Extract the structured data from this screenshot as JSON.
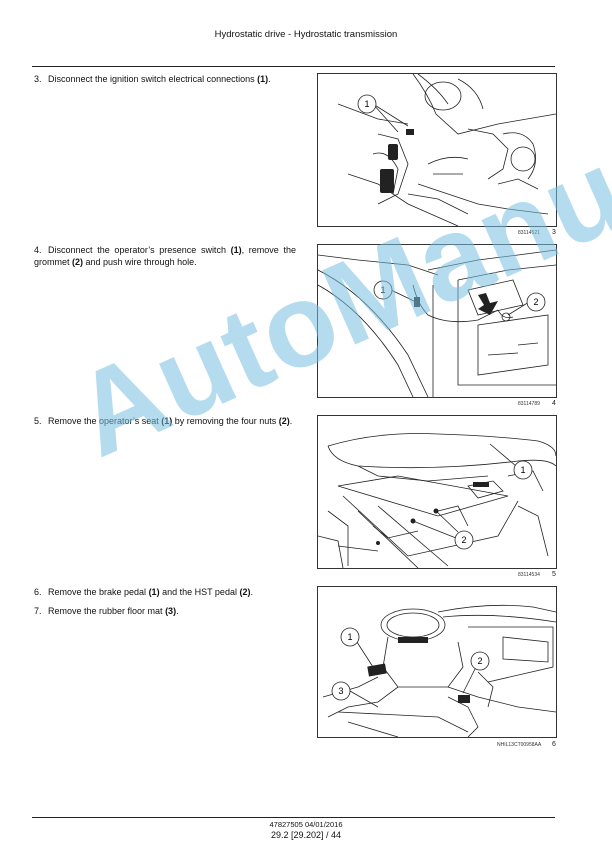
{
  "header": {
    "title": "Hydrostatic drive - Hydrostatic transmission"
  },
  "steps": [
    {
      "number": "3.",
      "text_a": "Disconnect the ignition switch electrical connections ",
      "b1": "(1)",
      "text_b": "."
    },
    {
      "number": "4.",
      "text_a": "Disconnect the operator’s presence switch ",
      "b1": "(1)",
      "text_b": ", remove the grommet ",
      "b2": "(2)",
      "text_c": " and push wire through hole."
    },
    {
      "number": "5.",
      "text_a": "Remove the operator’s seat ",
      "b1": "(1)",
      "text_b": " by removing the four nuts ",
      "b2": "(2)",
      "text_c": "."
    },
    {
      "number": "6.",
      "text_a": "Remove the brake pedal ",
      "b1": "(1)",
      "text_b": " and the HST pedal ",
      "b2": "(2)",
      "text_c": "."
    },
    {
      "number": "7.",
      "text_a": "Remove the rubber floor mat ",
      "b1": "(3)",
      "text_b": "."
    }
  ],
  "figures": [
    {
      "caption": "83114521",
      "number": "3",
      "callouts": [
        "1"
      ]
    },
    {
      "caption": "83114789",
      "number": "4",
      "callouts": [
        "1",
        "2"
      ]
    },
    {
      "caption": "83114534",
      "number": "5",
      "callouts": [
        "1",
        "2"
      ]
    },
    {
      "caption": "NHIL13CT00958AA",
      "number": "6",
      "callouts": [
        "1",
        "2",
        "3"
      ]
    }
  ],
  "watermark": "AutoManual",
  "footer": {
    "doc_ref": "47827505 04/01/2016",
    "page": "29.2 [29.202] / 44"
  }
}
